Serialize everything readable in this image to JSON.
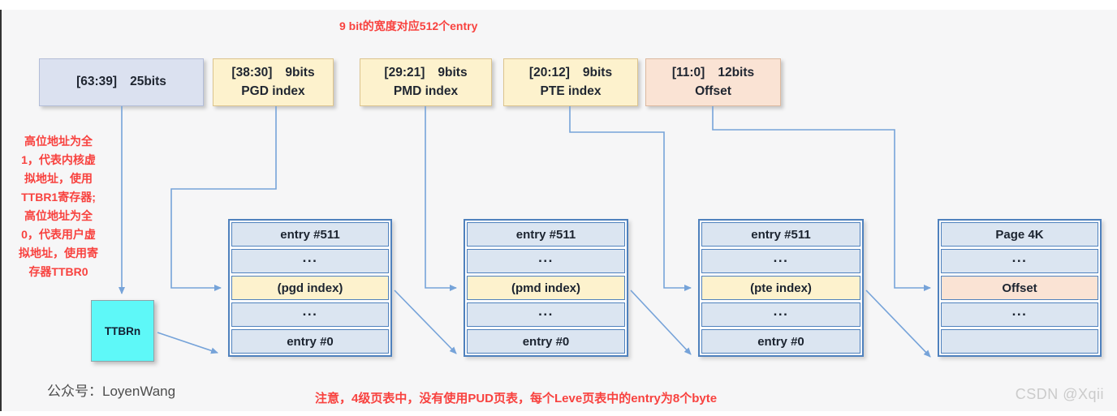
{
  "notes": {
    "top": "9 bit的宽度对应512个entry",
    "bottom": "注意，4级页表中，没有使用PUD页表，每个Leve页表中的entry为8个byte",
    "side": "高位地址为全\n1，代表内核虚\n拟地址，使用\nTTBR1寄存器;\n高位地址为全\n0，代表用户虚\n拟地址，使用寄\n存器TTBR0",
    "credit": "公众号：LoyenWang",
    "watermark": "CSDN @Xqii"
  },
  "bit_fields": [
    {
      "range": "[63:39]",
      "bits": "25bits",
      "label": ""
    },
    {
      "range": "[38:30]",
      "bits": "9bits",
      "label": "PGD index"
    },
    {
      "range": "[29:21]",
      "bits": "9bits",
      "label": "PMD index"
    },
    {
      "range": "[20:12]",
      "bits": "9bits",
      "label": "PTE index"
    },
    {
      "range": "[11:0]",
      "bits": "12bits",
      "label": "Offset"
    }
  ],
  "ttbr": {
    "label": "TTBRn"
  },
  "tables": [
    {
      "name": "pgd table",
      "rows": [
        "entry #511",
        "...",
        "(pgd index)",
        "...",
        "entry #0"
      ]
    },
    {
      "name": "pmd table",
      "rows": [
        "entry #511",
        "...",
        "(pmd index)",
        "...",
        "entry #0"
      ]
    },
    {
      "name": "pte table",
      "rows": [
        "entry #511",
        "...",
        "(pte index)",
        "...",
        "entry #0"
      ]
    },
    {
      "name": "page 4k",
      "rows": [
        "Page 4K",
        "...",
        "Offset",
        "...",
        ""
      ]
    }
  ],
  "colors": {
    "red_text": "#f8423f",
    "arrow": "#76a3d9",
    "field_blue": "#dbe1f0",
    "field_yellow": "#fdf2cd",
    "field_peach": "#fae3d4",
    "table_row": "#dbe5f1",
    "table_border": "#4f81bd",
    "ttbr_cyan": "#5ef8f8"
  }
}
